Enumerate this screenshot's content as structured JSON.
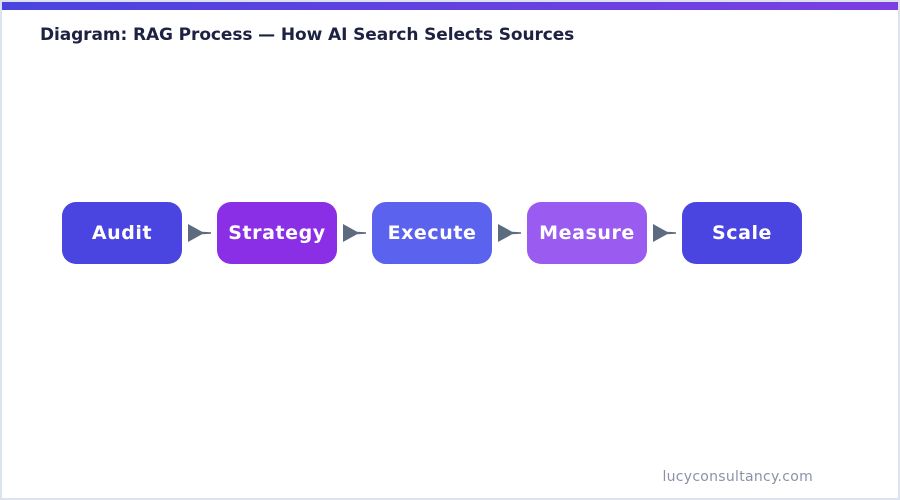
{
  "page": {
    "title": "Diagram: RAG Process — How AI Search Selects Sources",
    "footer": "lucyconsultancy.com"
  },
  "colors": {
    "accent_bar_start": "#4a43e0",
    "accent_bar_end": "#7c3fe2",
    "title_text": "#1d2142",
    "footer_text": "#8a92a6",
    "arrow": "#5d6b80",
    "canvas_border": "#dce2ee"
  },
  "diagram": {
    "arrow_icon": "triangle-right",
    "steps": [
      {
        "label": "Audit",
        "color": "#4a44e0"
      },
      {
        "label": "Strategy",
        "color": "#8b2fe6"
      },
      {
        "label": "Execute",
        "color": "#5a62ee"
      },
      {
        "label": "Measure",
        "color": "#9a5cf0"
      },
      {
        "label": "Scale",
        "color": "#4a44e0"
      }
    ]
  }
}
